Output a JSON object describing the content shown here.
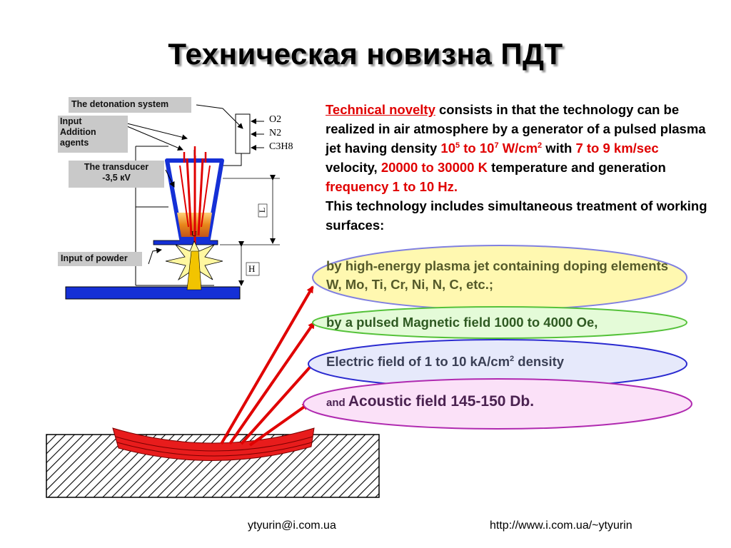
{
  "title": "Техническая новизна ПДТ",
  "diagram": {
    "label_detonation": "The detonation system",
    "label_input_line1": "Input",
    "label_input_line2": "Addition",
    "label_input_line3": "agents",
    "label_transducer_line1": "The transducer",
    "label_transducer_line2": "-3,5 кV",
    "label_powder": "Input of powder",
    "gas_o2": "O2",
    "gas_n2": "N2",
    "gas_c3h8": "C3H8",
    "dim_l": "L",
    "dim_h": "H",
    "marker_u": "U"
  },
  "text": {
    "p1_link": "Technical novelty",
    "p1_a": " consists in that the technology can be realized in air atmosphere by a generator of a pulsed plasma jet having density ",
    "p1_d1": "10",
    "p1_d1_sup": "5",
    "p1_to": " to 10",
    "p1_d2_sup": "7",
    "p1_unit": " W/cm",
    "p1_unit_sup": "2",
    "p1_with": " with ",
    "p1_vel": "7 to 9 km/sec",
    "p1_velocity": " velocity, ",
    "p1_temp": "20000  to 30000 K",
    "p1_tgen": " temperature and generation ",
    "p1_freq": "frequency 1 to 10 Hz.",
    "p2": "This technology includes simultaneous treatment of working surfaces:"
  },
  "ellipses": {
    "e1": "by high-energy plasma jet containing doping elements W, Mo, Ti, Cr, Ni, N, C, etc.;",
    "e2": "by a pulsed Magnetic field 1000 to 4000 Oe,",
    "e3_a": "Electric field of 1 to 10 kA/cm",
    "e3_sup": "2",
    "e3_b": " density",
    "e4_small": "and ",
    "e4_big": "Acoustic field  145-150 Db."
  },
  "footer": {
    "email": "ytyurin@i.com.ua",
    "url": "http://www.i.com.ua/~ytyurin"
  },
  "colors": {
    "accent_red": "#e00000",
    "ellipse1_fill": "#fff8b0",
    "ellipse2_fill": "#e4fbd8",
    "ellipse3_fill": "#e6e9fb",
    "ellipse4_fill": "#fbe1f8",
    "ellipse3_text": "#3a3f55",
    "ellipse4_text": "#4a2250"
  }
}
